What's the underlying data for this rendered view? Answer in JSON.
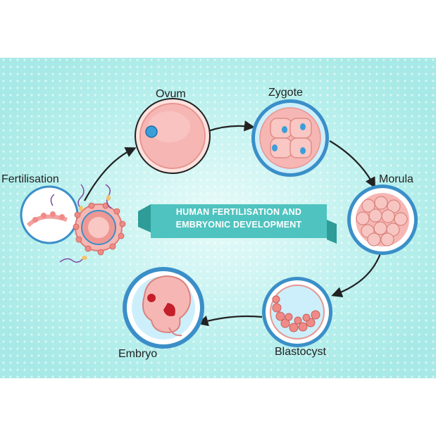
{
  "diagram": {
    "title_line1": "HUMAN FERTILISATION AND",
    "title_line2": "EMBRYONIC DEVELOPMENT",
    "stages": [
      {
        "label": "Fertilisation"
      },
      {
        "label": "Ovum"
      },
      {
        "label": "Zygote"
      },
      {
        "label": "Morula"
      },
      {
        "label": "Blastocyst"
      },
      {
        "label": "Embryo"
      }
    ]
  },
  "colors": {
    "background": "#b6efec",
    "ribbon": "#4fc3bf",
    "ribbon_dark": "#2e9c98",
    "cell_pink": "#f6b7b4",
    "cell_border": "#6fc7e6",
    "ring_blue": "#3b8fc8",
    "nucleus_blue": "#3a9fd9",
    "arrow": "#222222"
  }
}
